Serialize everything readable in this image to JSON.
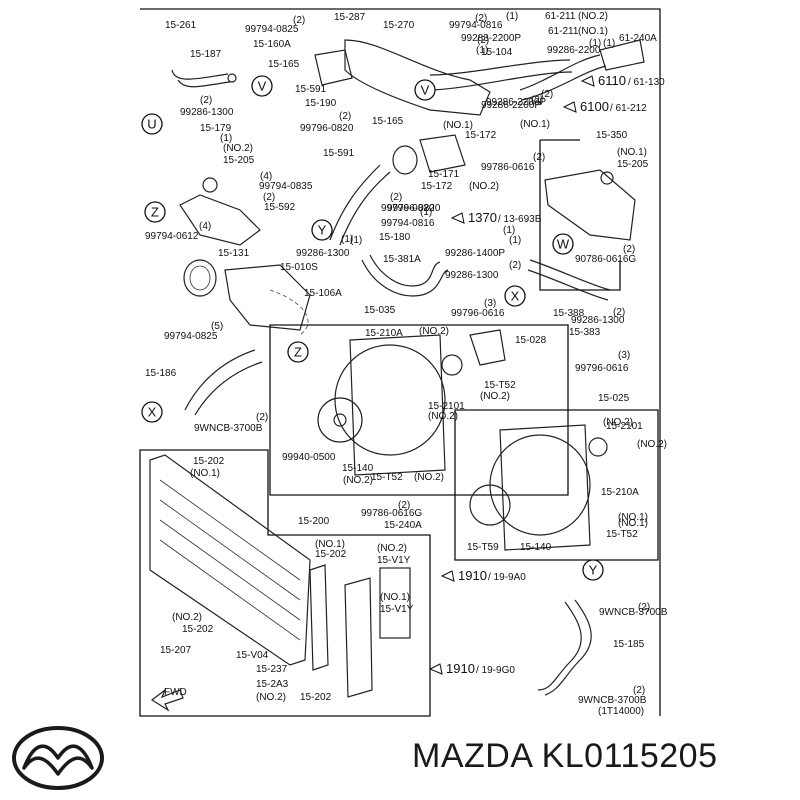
{
  "brand": {
    "part_text": "MAZDA KL0115205"
  },
  "diagram": {
    "catalog_ref": "(1T14000)",
    "view_markers": [
      "U",
      "V",
      "W",
      "X",
      "Y",
      "Z"
    ],
    "fwd_label": "FWD",
    "ref_symbols": [
      {
        "code": "6110",
        "sub": "/ 61-130"
      },
      {
        "code": "6100",
        "sub": "/ 61-212"
      },
      {
        "code": "1370",
        "sub": "/ 13-693B"
      },
      {
        "code": "1910",
        "sub": "/ 19-9A0"
      },
      {
        "code": "1910",
        "sub": "/ 19-9G0"
      }
    ],
    "labels": [
      "15-261",
      "15-187",
      "99286-1300",
      "(2)",
      "99794-0825",
      "(2)",
      "15-287",
      "15-270",
      "99794-0816",
      "(2)",
      "15-160A",
      "99283-2200P",
      "(1)",
      "15-104",
      "(2)",
      "15-165",
      "15-591",
      "15-190",
      "99286-2200P",
      "(2)",
      "61-211",
      "(NO.2)",
      "(1)",
      "61-211",
      "(NO.1)",
      "(1)",
      "(1)",
      "61-240A",
      "99286-2200",
      "99286-2200P",
      "(2)",
      "(NO.1)",
      "15-179",
      "(NO.2)",
      "15-205",
      "(1)",
      "99796-0820",
      "(2)",
      "15-165",
      "15-172",
      "(NO.1)",
      "15-591",
      "15-171",
      "99796-0820",
      "(2)",
      "15-172",
      "(NO.2)",
      "99786-0616",
      "(2)",
      "15-350",
      "(NO.1)",
      "15-205",
      "(4)",
      "99794-0835",
      "15-592",
      "(2)",
      "99794-0612",
      "(4)",
      "15-131",
      "99796-0820",
      "99794-0816",
      "(1)",
      "(1)",
      "15-180",
      "99286-1300",
      "(1)",
      "15-381A",
      "99286-1400P",
      "(1)",
      "(1)",
      "15-010S",
      "15-106A",
      "99286-1300",
      "(2)",
      "90786-0616G",
      "(2)",
      "99796-0616",
      "(3)",
      "15-388",
      "99286-1300",
      "(2)",
      "15-383",
      "99794-0825",
      "(5)",
      "15-035",
      "15-210A",
      "(NO.2)",
      "15-028",
      "15-186",
      "15-T52",
      "(NO.2)",
      "99796-0616",
      "(3)",
      "15-2101",
      "(NO.2)",
      "15-025",
      "9WNCB-3700B",
      "(2)",
      "99940-0500",
      "15-140",
      "(NO.2)",
      "15-T52",
      "(NO.2)",
      "(NO.2)",
      "15-2101",
      "(NO.2)",
      "15-210A",
      "15-202",
      "(NO.1)",
      "99786-0616G",
      "(2)",
      "15-240A",
      "15-200",
      "(NO.1)",
      "15-202",
      "(NO.2)",
      "15-V1Y",
      "(NO.1)",
      "15-T52",
      "15-T59",
      "15-140",
      "(NO.1)",
      "(NO.2)",
      "15-202",
      "(NO.1)",
      "15-V1Y",
      "9WNCB-3700B",
      "(2)",
      "15-185",
      "15-207",
      "15-V04",
      "15-237",
      "15-2A3",
      "(NO.2)",
      "15-202",
      "9WNCB-3700B",
      "(2)"
    ]
  }
}
